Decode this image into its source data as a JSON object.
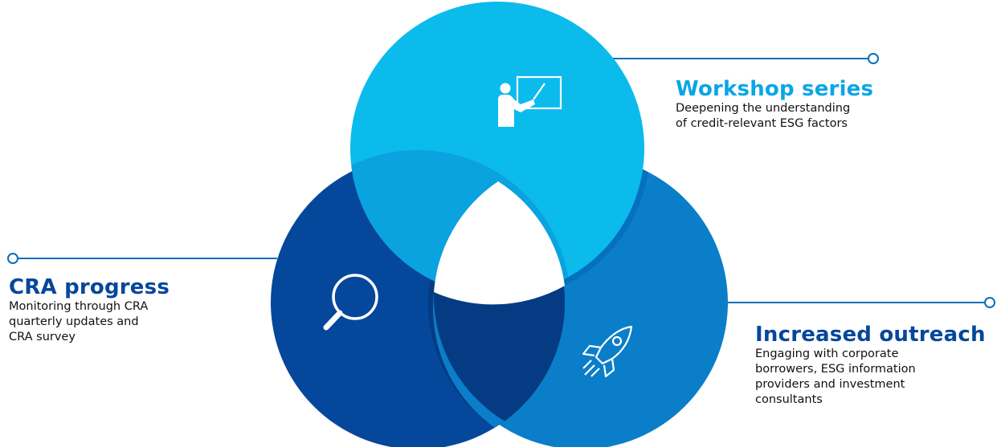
{
  "colors": {
    "light": "#0bbbec",
    "light_overlap": "#0aa2df",
    "mid": "#0a7ec8",
    "mid_overlap": "#0570bd",
    "dark": "#05479a",
    "dark_overlap": "#043b82",
    "connector": "#0a6fba",
    "title_light": "#0aa6e6",
    "title_dark": "#05479a",
    "icon": "#ffffff"
  },
  "items": [
    {
      "title": "Workshop series",
      "description": [
        "Deepening the understanding",
        "of credit-relevant ESG factors"
      ],
      "icon": "teacher-presentation-icon"
    },
    {
      "title": "CRA progress",
      "description": [
        "Monitoring through CRA",
        "quarterly updates and",
        "CRA survey"
      ],
      "icon": "magnifying-glass-icon"
    },
    {
      "title": "Increased outreach",
      "description": [
        "Engaging with corporate",
        "borrowers, ESG information",
        "providers and investment",
        "consultants"
      ],
      "icon": "rocket-icon"
    }
  ]
}
